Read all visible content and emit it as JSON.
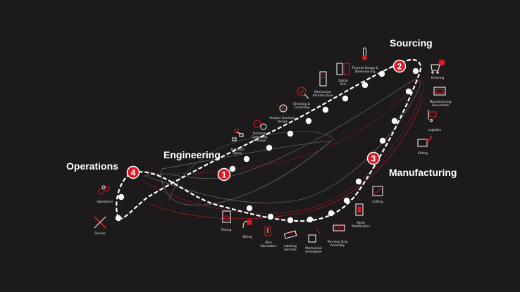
{
  "phases": {
    "sourcing": "Sourcing",
    "engineering": "Engineering",
    "operations": "Operations",
    "manufacturing": "Manufacturing"
  },
  "badges": {
    "b1": "1",
    "b2": "2",
    "b3": "3",
    "b4": "4"
  },
  "steps": {
    "thermal": [
      "Thermal Design &",
      "Dimensioning"
    ],
    "digital": [
      "Digital",
      "Twin"
    ],
    "mech_infra": [
      "Mechanical",
      "Infrastructure"
    ],
    "checking": [
      "Checking &",
      "Correcting"
    ],
    "product_fn": [
      "Product Functions",
      "Design"
    ],
    "tech_consult": [
      "Technical Consulting",
      "& Design"
    ],
    "tech_specs": [
      "Technical",
      "Specs"
    ],
    "ordering": [
      "Ordering"
    ],
    "mfg_docs": [
      "Manufacturing",
      "Documents"
    ],
    "logistics": [
      "Logistics"
    ],
    "kitting": [
      "Kitting"
    ],
    "operations": [
      "Operations"
    ],
    "service": [
      "Service"
    ],
    "testing": [
      "Testing"
    ],
    "wiring": [
      "Wiring"
    ],
    "wire_fab": [
      "Wire",
      "Fabrication"
    ],
    "labeling": [
      "Labeling",
      "Services"
    ],
    "mech_install": [
      "Mechanical",
      "Installation"
    ],
    "terminal_strip": [
      "Terminal Strip",
      "Assembly"
    ],
    "panel_mod": [
      "Panel",
      "Modification"
    ],
    "cutting": [
      "Cutting"
    ]
  },
  "colors": {
    "accent": "#d91a2a",
    "background": "#1c1a1a",
    "line": "#ffffff"
  }
}
